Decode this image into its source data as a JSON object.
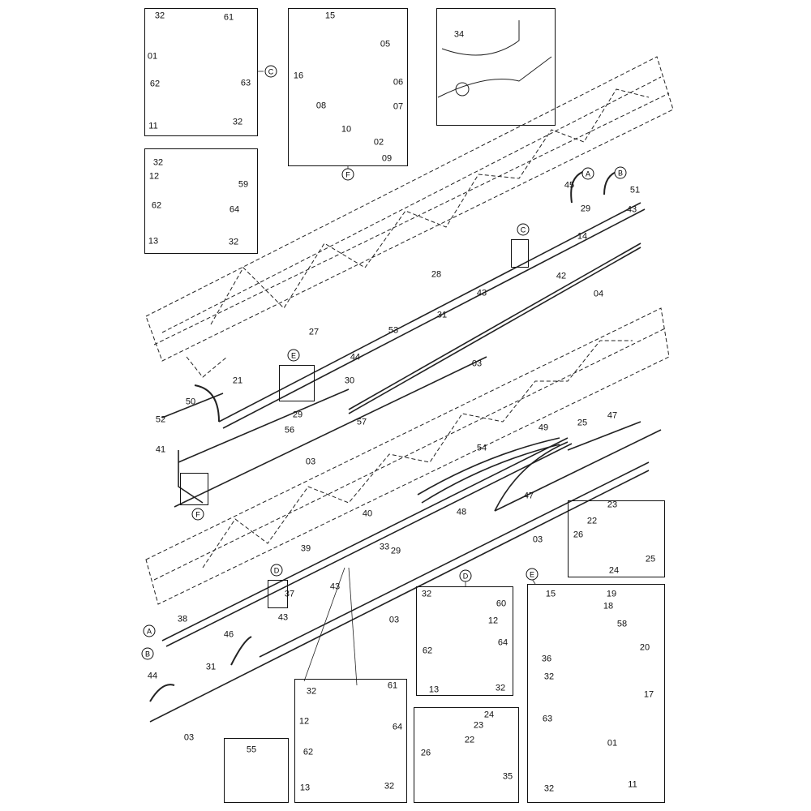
{
  "insets": {
    "clamp_c": {
      "ref": "C",
      "labels": [
        "32",
        "61",
        "01",
        "63",
        "62",
        "11",
        "32"
      ]
    },
    "bracket_f": {
      "ref": "F",
      "labels": [
        "15",
        "05",
        "16",
        "06",
        "08",
        "07",
        "10",
        "02",
        "09"
      ]
    },
    "harness": {
      "labels": [
        "34"
      ]
    },
    "clamp_b": {
      "labels": [
        "32",
        "12",
        "59",
        "62",
        "64",
        "13",
        "32"
      ]
    },
    "fitting_25": {
      "labels": [
        "23",
        "22",
        "26",
        "25",
        "24"
      ]
    },
    "clamp_d": {
      "ref": "D",
      "labels": [
        "32",
        "60",
        "12",
        "62",
        "64",
        "13",
        "32"
      ]
    },
    "bracket_e": {
      "ref": "E",
      "labels": [
        "15",
        "19",
        "18",
        "58",
        "36",
        "20",
        "32",
        "17",
        "63",
        "01",
        "32",
        "11"
      ]
    },
    "clamp_bottom": {
      "labels": [
        "32",
        "61",
        "12",
        "64",
        "62",
        "13",
        "32"
      ]
    },
    "elbow_35": {
      "labels": [
        "24",
        "23",
        "22",
        "26",
        "35"
      ]
    },
    "clip_55": {
      "labels": [
        "55"
      ]
    }
  },
  "main": {
    "refs": [
      "A",
      "B",
      "C",
      "E",
      "F",
      "D",
      "A",
      "B"
    ],
    "labels": [
      "45",
      "51",
      "29",
      "43",
      "14",
      "42",
      "28",
      "43",
      "04",
      "31",
      "53",
      "27",
      "44",
      "03",
      "30",
      "21",
      "50",
      "29",
      "52",
      "57",
      "56",
      "41",
      "03",
      "25",
      "49",
      "47",
      "54",
      "47",
      "48",
      "40",
      "03",
      "33",
      "29",
      "39",
      "37",
      "43",
      "43",
      "38",
      "46",
      "03",
      "31",
      "44",
      "03"
    ]
  }
}
